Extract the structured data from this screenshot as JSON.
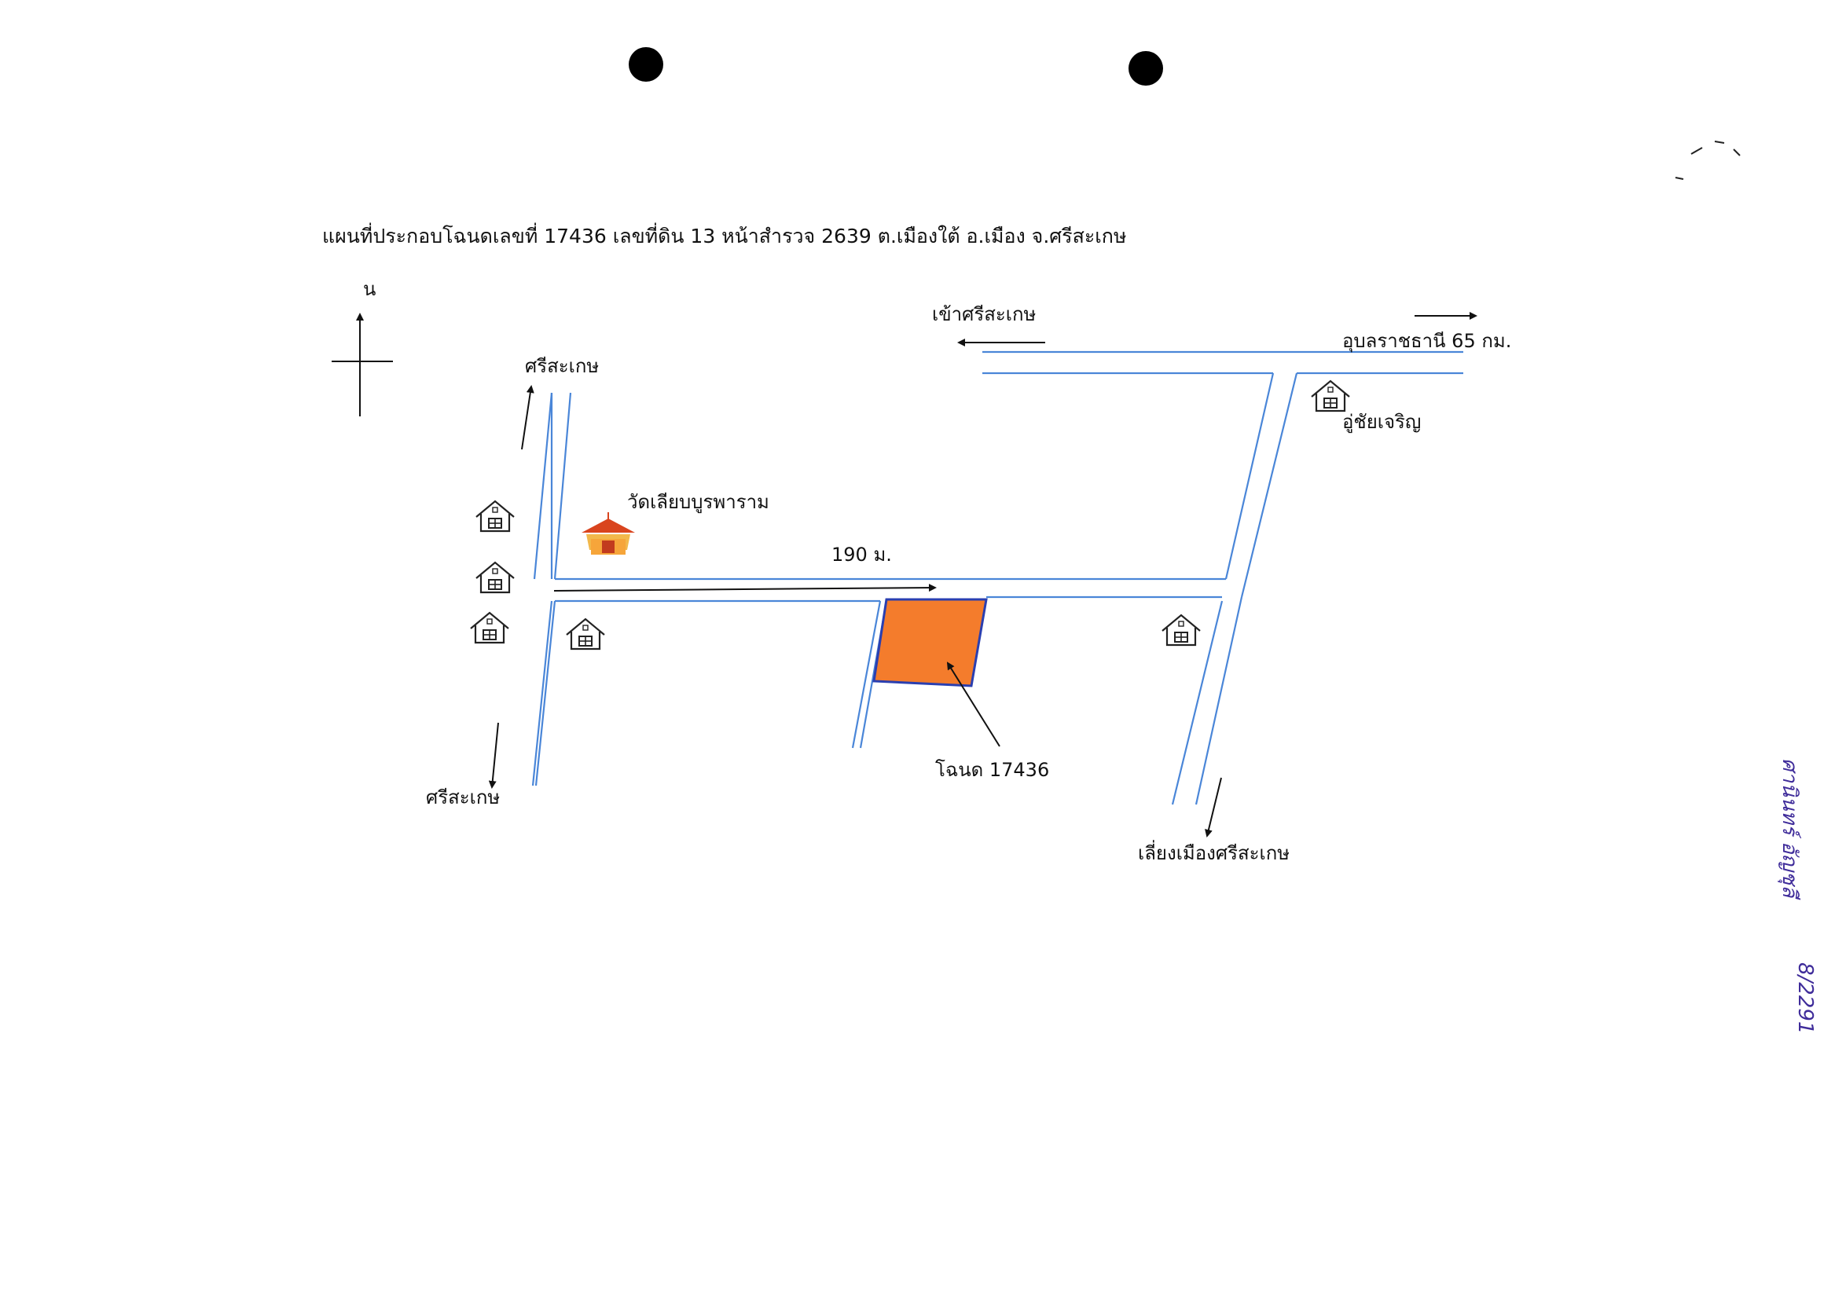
{
  "title": "แผนที่ประกอบโฉนดเลขที่ 17436 เลขที่ดิน 13 หน้าสำรวจ 2639 ต.เมืองใต้ อ.เมือง จ.ศรีสะเกษ",
  "north_label": "น",
  "labels": {
    "srisaket_top": "ศรีสะเกษ",
    "srisaket_bottom": "ศรีสะเกษ",
    "into_srisaket": "เข้าศรีสะเกษ",
    "ubon": "อุบลราชธานี 65 กม.",
    "u_chai_charoen": "อู่ชัยเจริญ",
    "temple": "วัดเลียบบูรพาราม",
    "distance": "190 ม.",
    "deed": "โฉนด 17436",
    "bypass": "เลี่ยงเมืองศรีสะเกษ"
  },
  "handwriting": {
    "note_a": "ศานินทร์ อัญชุลี",
    "note_b": "8/2291"
  },
  "colors": {
    "road": "#4a86d8",
    "parcel_fill": "#f47c2c",
    "parcel_border": "#2a3fb0",
    "handwriting": "#3f2c9a",
    "temple": "#e8a23a"
  },
  "icons": [
    "house-icon",
    "temple-icon",
    "north-arrow-icon",
    "punch-hole-icon"
  ]
}
